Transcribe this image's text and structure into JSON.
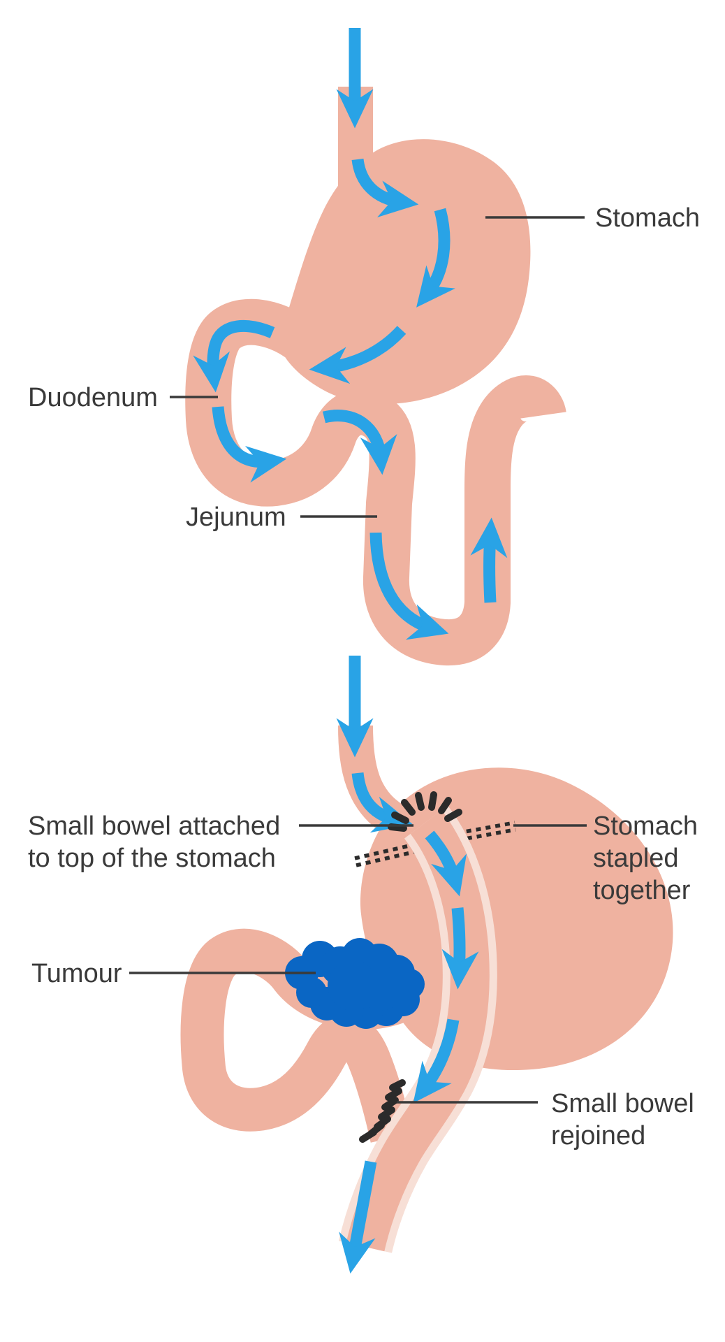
{
  "labels": {
    "stomach": "Stomach",
    "duodenum": "Duodenum",
    "jejunum": "Jejunum",
    "small_bowel_attached": [
      "Small bowel attached",
      "to top of the stomach"
    ],
    "stomach_stapled": [
      "Stomach",
      "stapled",
      "together"
    ],
    "tumour": "Tumour",
    "small_bowel_rejoined": [
      "Small bowel",
      "rejoined"
    ]
  },
  "colors": {
    "background": "#FFFFFF",
    "organ_flesh": "#EFB2A0",
    "bowel_highlight": "#F7DFD6",
    "flow_arrow_blue": "#29A3E6",
    "tumour_blue": "#0A66C4",
    "stitch_dark": "#2B2B2B",
    "leader_line": "#3A3A3A",
    "label_text": "#3A3A3A"
  }
}
